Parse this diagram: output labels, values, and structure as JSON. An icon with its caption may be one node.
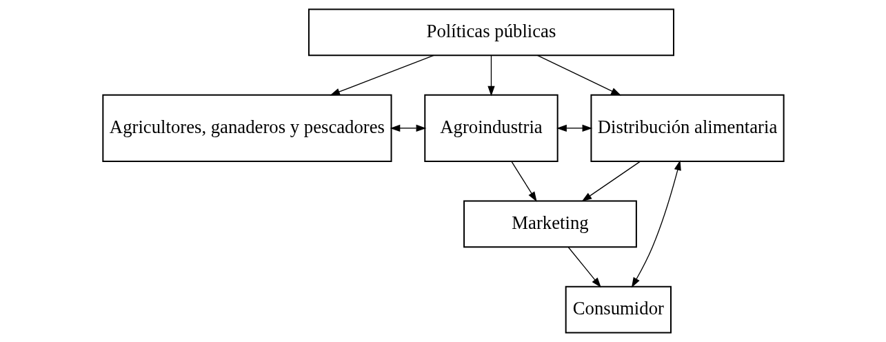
{
  "diagram": {
    "nodes": [
      {
        "text": [
          "Políticas públicas"
        ]
      },
      {
        "text": [
          "Agricultores, ganaderos y pescadores"
        ]
      },
      {
        "text": [
          "Agroindustria"
        ]
      },
      {
        "text": [
          "Distribución alimentaria"
        ]
      },
      {
        "text": [
          "Marketing"
        ]
      },
      {
        "text": [
          "Consumidor"
        ]
      }
    ],
    "edges": [
      {
        "from": 0,
        "to": 1,
        "arrow": "to"
      },
      {
        "from": 0,
        "to": 2,
        "arrow": "to"
      },
      {
        "from": 0,
        "to": 3,
        "arrow": "to"
      },
      {
        "from": 1,
        "to": 2,
        "arrow": "both"
      },
      {
        "from": 2,
        "to": 3,
        "arrow": "both"
      },
      {
        "from": 2,
        "to": 4,
        "arrow": "to"
      },
      {
        "from": 3,
        "to": 4,
        "arrow": "to"
      },
      {
        "from": 4,
        "to": 5,
        "arrow": "to"
      },
      {
        "from": 3,
        "to": 5,
        "arrow": "both"
      }
    ]
  }
}
